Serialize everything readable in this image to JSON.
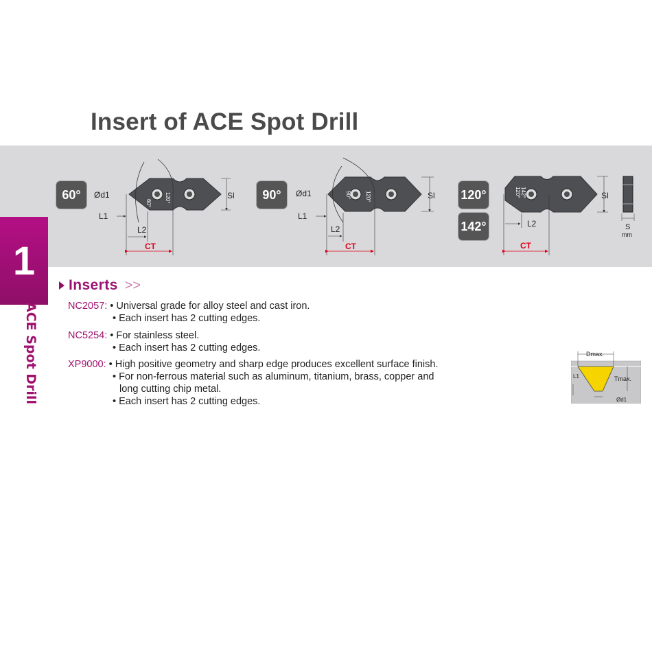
{
  "title": "Insert of ACE Spot Drill",
  "chapter": {
    "number": "1",
    "label": "ACE Spot Drill"
  },
  "drawings": {
    "angles": [
      "60°",
      "90°",
      "120°",
      "142°"
    ],
    "dims": {
      "d1": "Ød1",
      "l1": "L1",
      "l2": "L2",
      "ct": "CT",
      "sl": "Sl",
      "s": "S",
      "mm": "mm"
    },
    "inner_angles": {
      "a60": "60°",
      "a90": "90°",
      "a120": "120°",
      "a142": "142°"
    }
  },
  "inserts": {
    "heading": "Inserts",
    "arrows": ">>",
    "grades": [
      {
        "name": "NC2057:",
        "lines": [
          "• Universal grade for alloy steel and cast iron.",
          "• Each insert has 2 cutting edges."
        ]
      },
      {
        "name": "NC5254:",
        "lines": [
          "• For stainless steel.",
          "• Each insert has 2 cutting edges."
        ]
      },
      {
        "name": "XP9000:",
        "lines": [
          "• High positive geometry and sharp edge produces excellent surface finish.",
          "• For non-ferrous material such as aluminum, titanium, brass, copper and",
          "  long cutting chip metal.",
          "• Each insert has 2 cutting edges."
        ]
      }
    ]
  },
  "spot_diagram": {
    "dmax": "Dmax.",
    "tmax": "Tmax.",
    "l1": "L1",
    "d1": "Ød1"
  },
  "colors": {
    "accent": "#9a1272",
    "band": "#d9d9db",
    "insert": "#4d4f53",
    "dim_red": "#e0001a",
    "yellow": "#f5d400"
  }
}
